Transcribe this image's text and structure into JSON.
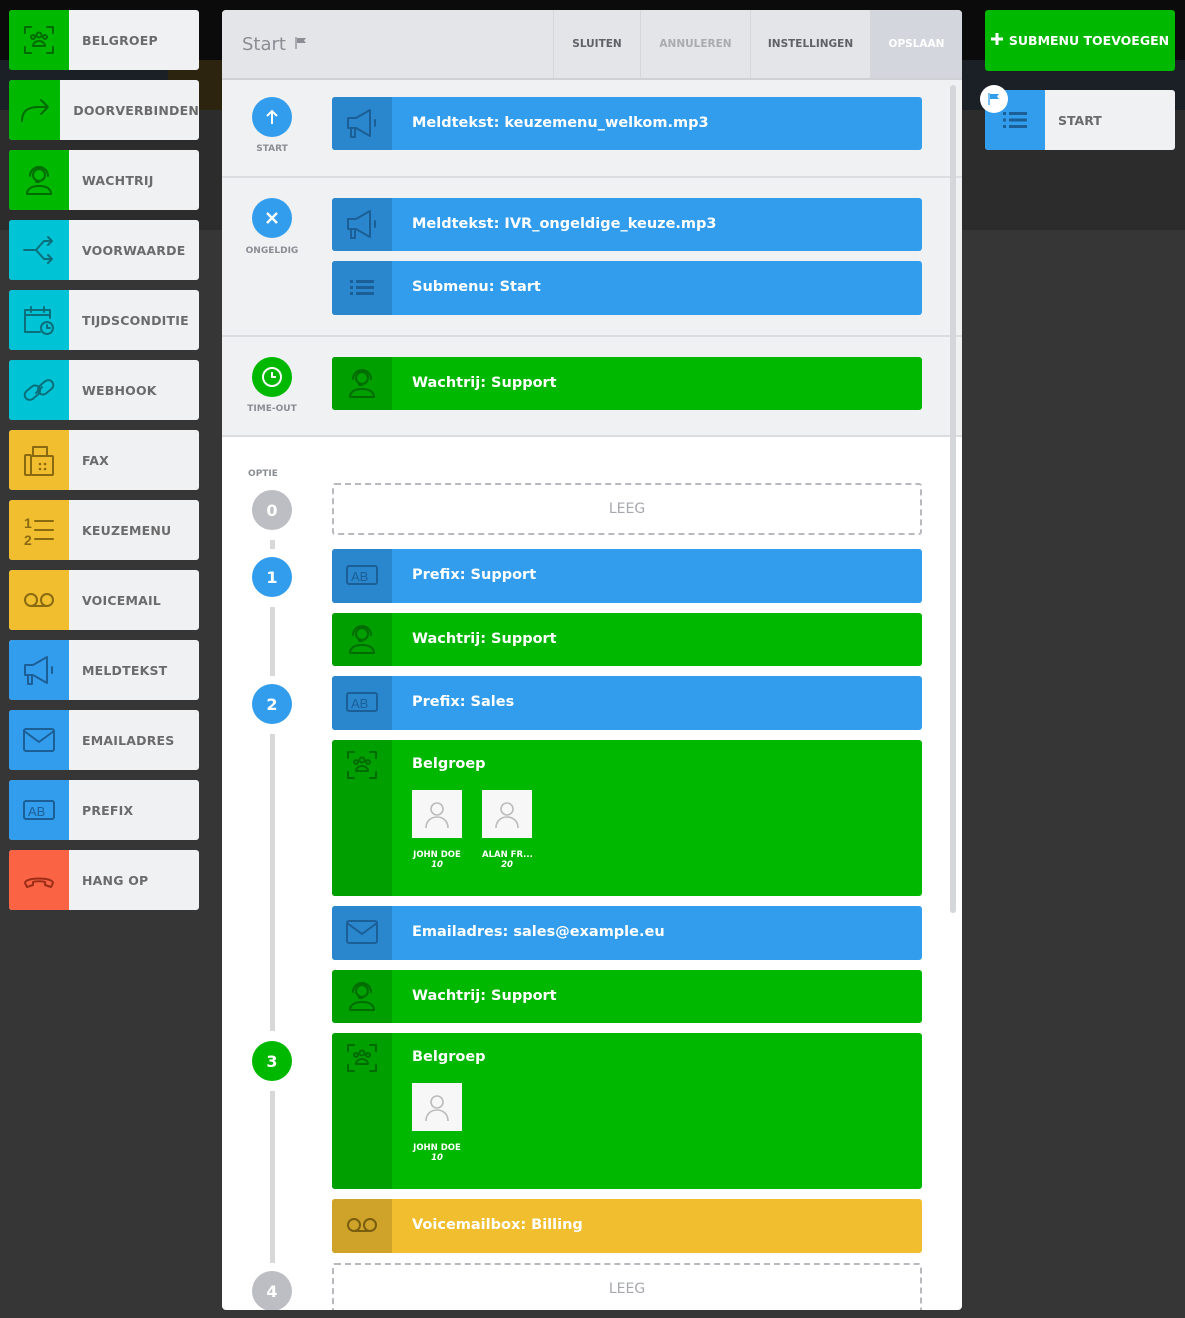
{
  "sidebar": {
    "items": [
      {
        "label": "BELGROEP",
        "icon": "group-icon",
        "color": "#00b800",
        "ink": "#006b00"
      },
      {
        "label": "DOORVERBINDEN",
        "icon": "forward-arrow-icon",
        "color": "#00b800",
        "ink": "#006b00"
      },
      {
        "label": "WACHTRIJ",
        "icon": "headset-agent-icon",
        "color": "#00b800",
        "ink": "#006b00"
      },
      {
        "label": "VOORWAARDE",
        "icon": "branch-icon",
        "color": "#00c4d6",
        "ink": "#0a6f7a"
      },
      {
        "label": "TIJDSCONDITIE",
        "icon": "calendar-clock-icon",
        "color": "#00c4d6",
        "ink": "#0a6f7a"
      },
      {
        "label": "WEBHOOK",
        "icon": "link-icon",
        "color": "#00c4d6",
        "ink": "#0a6f7a"
      },
      {
        "label": "FAX",
        "icon": "fax-icon",
        "color": "#f0be2e",
        "ink": "#8a6a10"
      },
      {
        "label": "KEUZEMENU",
        "icon": "numbered-list-icon",
        "color": "#f0be2e",
        "ink": "#8a6a10"
      },
      {
        "label": "VOICEMAIL",
        "icon": "voicemail-icon",
        "color": "#f0be2e",
        "ink": "#8a6a10"
      },
      {
        "label": "MELDTEKST",
        "icon": "megaphone-icon",
        "color": "#339ded",
        "ink": "#1c5f96"
      },
      {
        "label": "EMAILADRES",
        "icon": "envelope-icon",
        "color": "#339ded",
        "ink": "#1c5f96"
      },
      {
        "label": "PREFIX",
        "icon": "ab-icon",
        "color": "#339ded",
        "ink": "#1c5f96"
      },
      {
        "label": "HANG OP",
        "icon": "hangup-icon",
        "color": "#fa6444",
        "ink": "#9c2e18"
      }
    ]
  },
  "modal": {
    "title": "Start",
    "buttons": {
      "close": "SLUITEN",
      "cancel": "ANNULEREN",
      "settings": "INSTELLINGEN",
      "save": "OPSLAAN"
    },
    "sections": {
      "start": "START",
      "invalid": "ONGELDIG",
      "timeout": "TIME-OUT",
      "option": "OPTIE"
    },
    "empty_label": "LEEG",
    "option_numbers": [
      "0",
      "1",
      "2",
      "3",
      "4"
    ],
    "cards": [
      {
        "text": "Meldtekst: keuzemenu_welkom.mp3",
        "type": "blue",
        "icon": "megaphone-icon"
      },
      {
        "text": "Meldtekst: IVR_ongeldige_keuze.mp3",
        "type": "blue",
        "icon": "megaphone-icon"
      },
      {
        "text": "Submenu: Start",
        "type": "blue",
        "icon": "list-icon"
      },
      {
        "text": "Wachtrij: Support",
        "type": "green",
        "icon": "headset-agent-icon"
      },
      {
        "text": "Prefix: Support",
        "type": "blue",
        "icon": "ab-icon"
      },
      {
        "text": "Wachtrij: Support",
        "type": "green",
        "icon": "headset-agent-icon"
      },
      {
        "text": "Prefix: Sales",
        "type": "blue",
        "icon": "ab-icon"
      },
      {
        "text": "Belgroep",
        "type": "green",
        "icon": "group-icon",
        "members": [
          {
            "name": "JOHN DOE",
            "ext": "10"
          },
          {
            "name": "ALAN FR...",
            "ext": "20"
          }
        ]
      },
      {
        "text": "Emailadres: sales@example.eu",
        "type": "blue",
        "icon": "envelope-icon"
      },
      {
        "text": "Wachtrij: Support",
        "type": "green",
        "icon": "headset-agent-icon"
      },
      {
        "text": "Belgroep",
        "type": "green",
        "icon": "group-icon",
        "members": [
          {
            "name": "JOHN DOE",
            "ext": "10"
          }
        ]
      },
      {
        "text": "Voicemailbox: Billing",
        "type": "yellow",
        "icon": "voicemail-icon"
      }
    ]
  },
  "right": {
    "add_button": "SUBMENU TOEVOEGEN",
    "submenu_label": "START"
  },
  "colors": {
    "blue": "#339ded",
    "blue_dark": "#2a86cd",
    "green": "#00b800",
    "green_dark": "#009f00",
    "yellow": "#f0be2e",
    "yellow_dark": "#cfa22a",
    "gray_circle": "#bdbec3"
  }
}
